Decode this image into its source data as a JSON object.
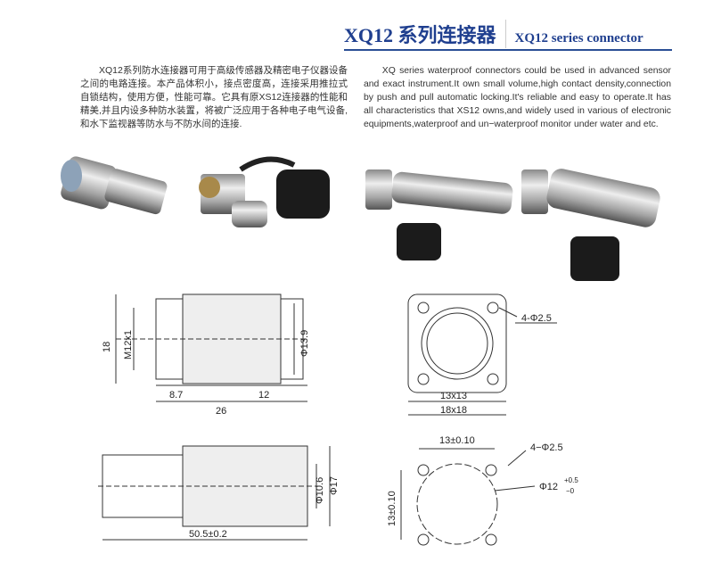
{
  "header": {
    "title_cn": "XQ12 系列连接器",
    "title_en": "XQ12 series connector"
  },
  "intro": {
    "cn": "XQ12系列防水连接器可用于高级传感器及精密电子仪器设备之间的电路连接。本产品体积小，接点密度高，连接采用推拉式自锁结构，使用方便，性能可靠。它具有原XS12连接器的性能和精美,并且内设多种防水装置，将被广泛应用于各种电子电气设备,和水下监视器等防水与不防水间的连接.",
    "en": "XQ series waterproof connectors could be used in advanced sensor and exact instrument.It own small volume,high contact density,connection by push and pull automatic locking.It's reliable and easy to operate.It has all characteristics that XS12 owns,and widely used in various of electronic equipments,waterproof and un−waterproof monitor under water and etc."
  },
  "drawing1": {
    "d18": "18",
    "thread": "M12x1",
    "d87": "8.7",
    "d12": "12",
    "d26": "26",
    "dia": "Φ13.9"
  },
  "drawing2": {
    "holes": "4-Φ2.5",
    "inner": "13x13",
    "outer": "18x18"
  },
  "drawing3": {
    "dia1": "Φ10.6",
    "dia2": "Φ17",
    "len": "50.5±0.2"
  },
  "drawing4": {
    "top": "13±0.10",
    "holes": "4−Φ2.5",
    "dia": "Φ12",
    "tol_up": "+0.5",
    "tol_dn": "−0",
    "side": "13±0.10"
  }
}
